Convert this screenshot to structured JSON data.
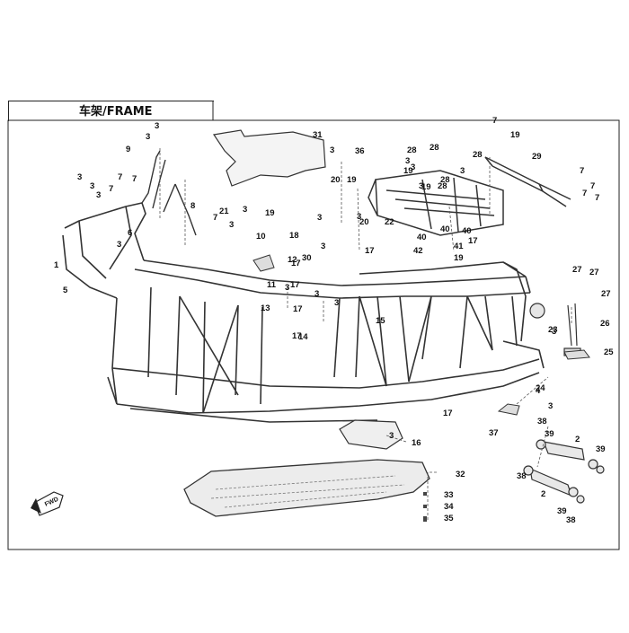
{
  "title": "车架/FRAME",
  "fwd_label": "FWD",
  "colors": {
    "line": "#222222",
    "part": "#555555",
    "fill": "#e6e6e6",
    "dark": "#333333"
  },
  "callouts": [
    "1",
    "2",
    "3",
    "4",
    "5",
    "6",
    "7",
    "8",
    "9",
    "10",
    "11",
    "12",
    "13",
    "14",
    "15",
    "16",
    "17",
    "18",
    "19",
    "20",
    "21",
    "22",
    "23",
    "24",
    "25",
    "26",
    "27",
    "28",
    "29",
    "30",
    "31",
    "32",
    "33",
    "34",
    "35",
    "36",
    "37",
    "38",
    "39",
    "40",
    "41",
    "42"
  ]
}
